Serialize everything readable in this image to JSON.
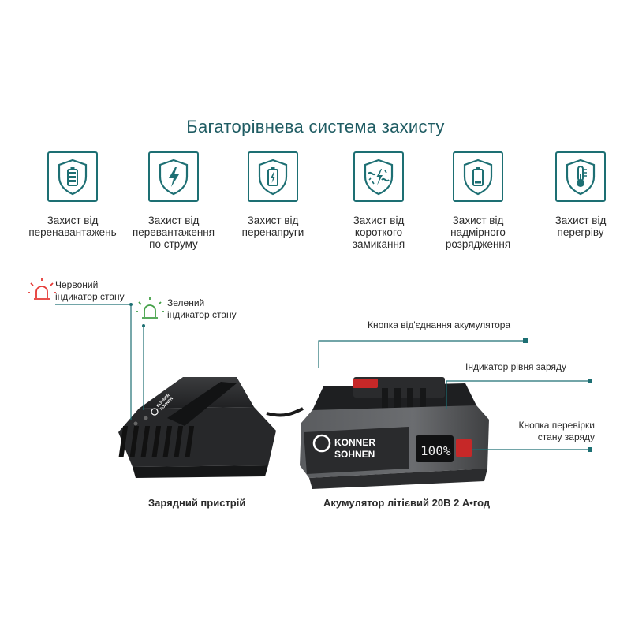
{
  "title": "Багаторівнева система захисту",
  "features": [
    {
      "icon": "overload-battery-shield-icon",
      "label_lines": [
        "Захист від",
        "перенавантажень"
      ]
    },
    {
      "icon": "lightning-shield-icon",
      "label_lines": [
        "Захист від",
        "перевантаження",
        "по струму"
      ]
    },
    {
      "icon": "overvoltage-battery-shield-icon",
      "label_lines": [
        "Захист від",
        "перенапруги"
      ]
    },
    {
      "icon": "short-circuit-shield-icon",
      "label_lines": [
        "Захист від",
        "короткого",
        "замикання"
      ]
    },
    {
      "icon": "low-battery-shield-icon",
      "label_lines": [
        "Захист від",
        "надмірного",
        "розрядження"
      ]
    },
    {
      "icon": "thermometer-shield-icon",
      "label_lines": [
        "Захист від",
        "перегріву"
      ]
    }
  ],
  "callouts": {
    "red_indicator": [
      "Червоний",
      "індикатор стану"
    ],
    "green_indicator": [
      "Зелений",
      "індикатор стану"
    ],
    "release_button": "Кнопка від'єднання акумулятора",
    "charge_level": "Індикатор рівня заряду",
    "check_button": [
      "Кнопка перевірки",
      "стану заряду"
    ]
  },
  "captions": {
    "charger": "Зарядний пристрій",
    "battery": "Акумулятор літієвий 20В 2 А•год"
  },
  "brand": [
    "KONNER",
    "SOHNEN"
  ],
  "battery_display": "100%",
  "colors": {
    "accent": "#1d6f73",
    "title": "#1f5c63",
    "red_indicator": "#e53935",
    "green_indicator": "#43a047",
    "latch_red": "#c62828"
  }
}
